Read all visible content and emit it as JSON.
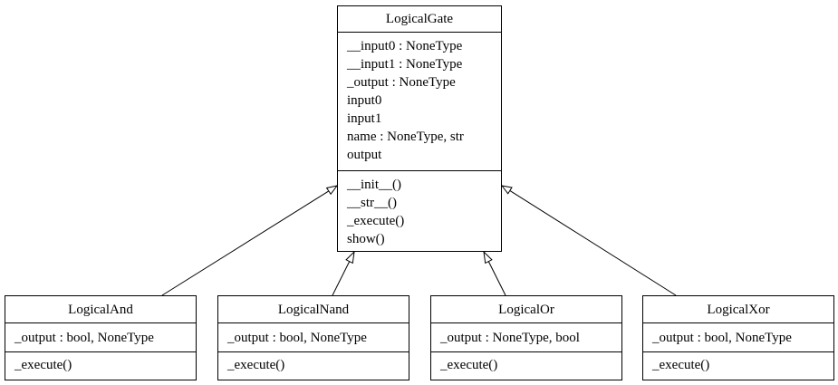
{
  "classes": {
    "gate": {
      "name": "LogicalGate",
      "attributes": [
        "__input0 : NoneType",
        "__input1 : NoneType",
        "_output : NoneType",
        "input0",
        "input1",
        "name : NoneType, str",
        "output"
      ],
      "methods": [
        "__init__()",
        "__str__()",
        "_execute()",
        "show()"
      ]
    },
    "and": {
      "name": "LogicalAnd",
      "attributes": [
        "_output : bool, NoneType"
      ],
      "methods": [
        "_execute()"
      ]
    },
    "nand": {
      "name": "LogicalNand",
      "attributes": [
        "_output : bool, NoneType"
      ],
      "methods": [
        "_execute()"
      ]
    },
    "or": {
      "name": "LogicalOr",
      "attributes": [
        "_output : NoneType, bool"
      ],
      "methods": [
        "_execute()"
      ]
    },
    "xor": {
      "name": "LogicalXor",
      "attributes": [
        "_output : bool, NoneType"
      ],
      "methods": [
        "_execute()"
      ]
    }
  },
  "relations": [
    {
      "type": "inheritance",
      "from": "LogicalAnd",
      "to": "LogicalGate"
    },
    {
      "type": "inheritance",
      "from": "LogicalNand",
      "to": "LogicalGate"
    },
    {
      "type": "inheritance",
      "from": "LogicalOr",
      "to": "LogicalGate"
    },
    {
      "type": "inheritance",
      "from": "LogicalXor",
      "to": "LogicalGate"
    }
  ]
}
